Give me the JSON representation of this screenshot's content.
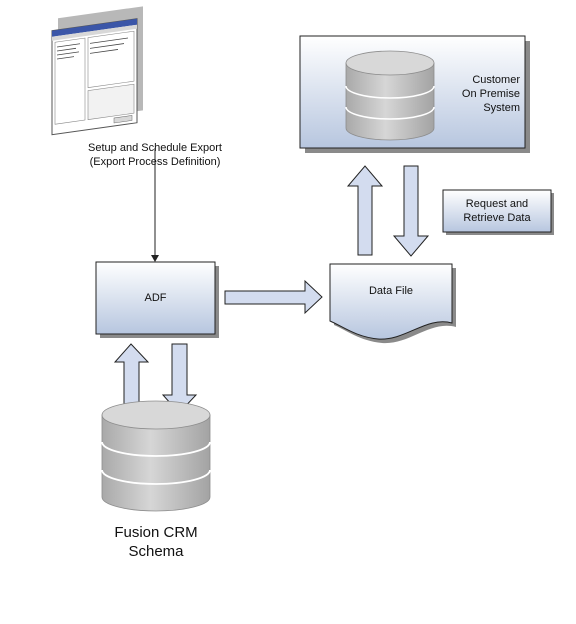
{
  "nodes": {
    "customer_system": {
      "line1": "Customer",
      "line2": "On Premise",
      "line3": "System"
    },
    "adf": {
      "label": "ADF"
    },
    "data_file": {
      "label": "Data File"
    },
    "fusion_crm": {
      "line1": "Fusion CRM",
      "line2": "Schema"
    },
    "request_box": {
      "line1": "Request and",
      "line2": "Retrieve Data"
    }
  },
  "edges": {
    "setup_export": {
      "line1": "Setup and Schedule Export",
      "line2": "(Export Process Definition)"
    }
  },
  "colors": {
    "box_top": "#ffffff",
    "box_bottom": "#b7c6df",
    "arrow_fill": "#d3dcef",
    "cylinder": "#c4c4c4",
    "shadow": "#9a9a9a",
    "stroke": "#222222"
  }
}
